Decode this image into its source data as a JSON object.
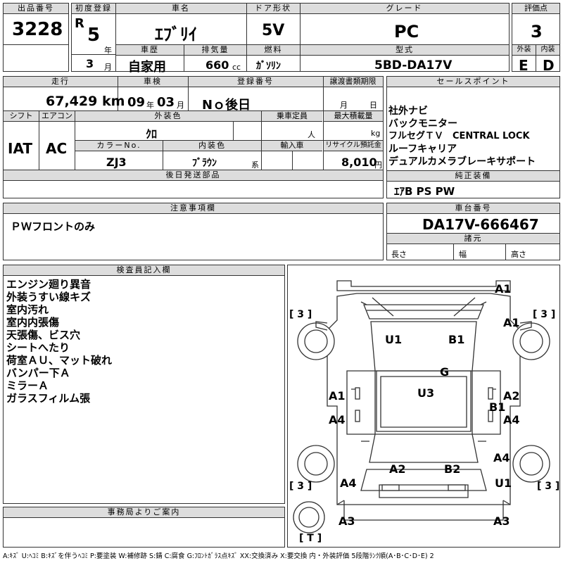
{
  "headers": {
    "lot": "出品番号",
    "first_reg": "初度登録",
    "car_name": "車名",
    "door": "ドア形状",
    "grade": "グレード",
    "score": "評価点",
    "history": "車歴",
    "displacement": "排気量",
    "fuel": "燃料",
    "model_code": "型式",
    "exterior": "外装",
    "interior": "内装",
    "mileage": "走行",
    "inspection": "車検",
    "reg_no": "登録番号",
    "transfer": "譲渡書類期限",
    "sales": "セールスポイント",
    "shift": "シフト",
    "ac": "エアコン",
    "ext_color": "外装色",
    "capacity": "乗車定員",
    "max_load": "最大積載量",
    "color_no": "カラーNo.",
    "int_color": "内装色",
    "import": "輸入車",
    "recycle": "リサイクル預託金",
    "later_parts": "後日発送部品",
    "std_equip": "純正装備",
    "notes": "注意事項欄",
    "chassis": "車台番号",
    "specs": "諸元",
    "inspector": "検査員記入欄",
    "office": "事務局よりご案内"
  },
  "vehicle": {
    "lot_no": "3228",
    "era": "R",
    "year": "5",
    "year_unit": "年",
    "month": "3",
    "month_unit": "月",
    "name": "ｴﾌﾞﾘｲ",
    "door": "5V",
    "grade": "PC",
    "score": "3",
    "history": "自家用",
    "displacement": "660",
    "cc": "cc",
    "fuel": "ｶﾞｿﾘﾝ",
    "model_code": "5BD-DA17V",
    "exterior_grade": "E",
    "interior_grade": "D",
    "mileage": "67,429",
    "km": "km",
    "insp_year": "09",
    "insp_month": "03",
    "nen": "年",
    "gatsu": "月",
    "reg": "Nｏ後日",
    "tr_gatsu": "月",
    "tr_hi": "日",
    "shift": "IAT",
    "ac": "AC",
    "ext_color": "ｸﾛ",
    "person_unit": "人",
    "kg": "kg",
    "color_no": "ZJ3",
    "int_color": "ﾌﾞﾗｳﾝ",
    "kei": "系",
    "recycle": "8,010",
    "yen": "円",
    "chassis_no": "DA17V-666467",
    "len": "長さ",
    "width": "幅",
    "height": "高さ"
  },
  "sales_points": [
    "社外ナビ",
    "バックモニター",
    "フルセグＴＶ　CENTRAL LOCK",
    "ルーフキャリア",
    "デュアルカメラブレーキサポート"
  ],
  "std_equipment": "ｴｱB PS PW",
  "notes_text": "ＰＷフロントのみ",
  "inspector_notes": [
    "エンジン廻り異音",
    "外装うすい線キズ",
    "室内汚れ",
    "室内内張傷",
    "天張傷、ビス穴",
    "シートへたり",
    "荷室ＡＵ、マット破れ",
    "バンパー下Ａ",
    "ミラーＡ",
    "ガラスフィルム張"
  ],
  "diagram_marks": {
    "a1_front": "A1",
    "a1_front2": "A1",
    "u1_top": "U1",
    "b1_top": "B1",
    "g": "G",
    "a1_left": "A1",
    "u3": "U3",
    "a2_right": "A2",
    "b1_right": "B1",
    "a4_left": "A4",
    "a4_right": "A4",
    "a4_rr": "A4",
    "a2_rear": "A2",
    "b2_rear": "B2",
    "a4_rl": "A4",
    "u1_rear": "U1",
    "a3_left": "A3",
    "a3_right": "A3",
    "tire_fl": "[ 3 ]",
    "tire_fr": "[ 3 ]",
    "tire_rl": "[ 3 ]",
    "tire_rr": "[ 3 ]",
    "tire_t": "[ T ]"
  },
  "legend": "A:ｷｽﾞ U:ﾍｺﾐ B:ｷｽﾞを伴うﾍｺﾐ P:要塗装 W:補修跡 S:錆 C:腐食 G:ﾌﾛﾝﾄｶﾞﾗｽ点ｷｽﾞ XX:交換済み X:要交換 内・外装評価 5段階ﾗﾝｸ順(A･B･C･D･E) 2"
}
